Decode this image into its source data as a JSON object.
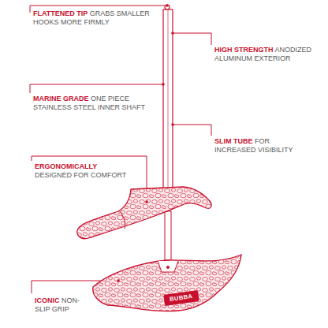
{
  "diagram": {
    "labels": [
      "FLATTENED TIP",
      "GRABS SMALLER HOOKS MORE FIRMLY",
      "HIGH STRENGTH",
      "ANODIZED ALUMINUM EXTERIOR",
      "MARINE GRADE",
      "ONE PIECE STAINLESS STEEL INNER SHAFT",
      "SLIM TUBE",
      "FOR INCREASED VISIBILITY",
      "ERGONOMICALLY",
      "DESIGNED FOR COMFORT",
      "ICONIC",
      "NON-SLIP GRIP",
      "BUBBA"
    ]
  }
}
